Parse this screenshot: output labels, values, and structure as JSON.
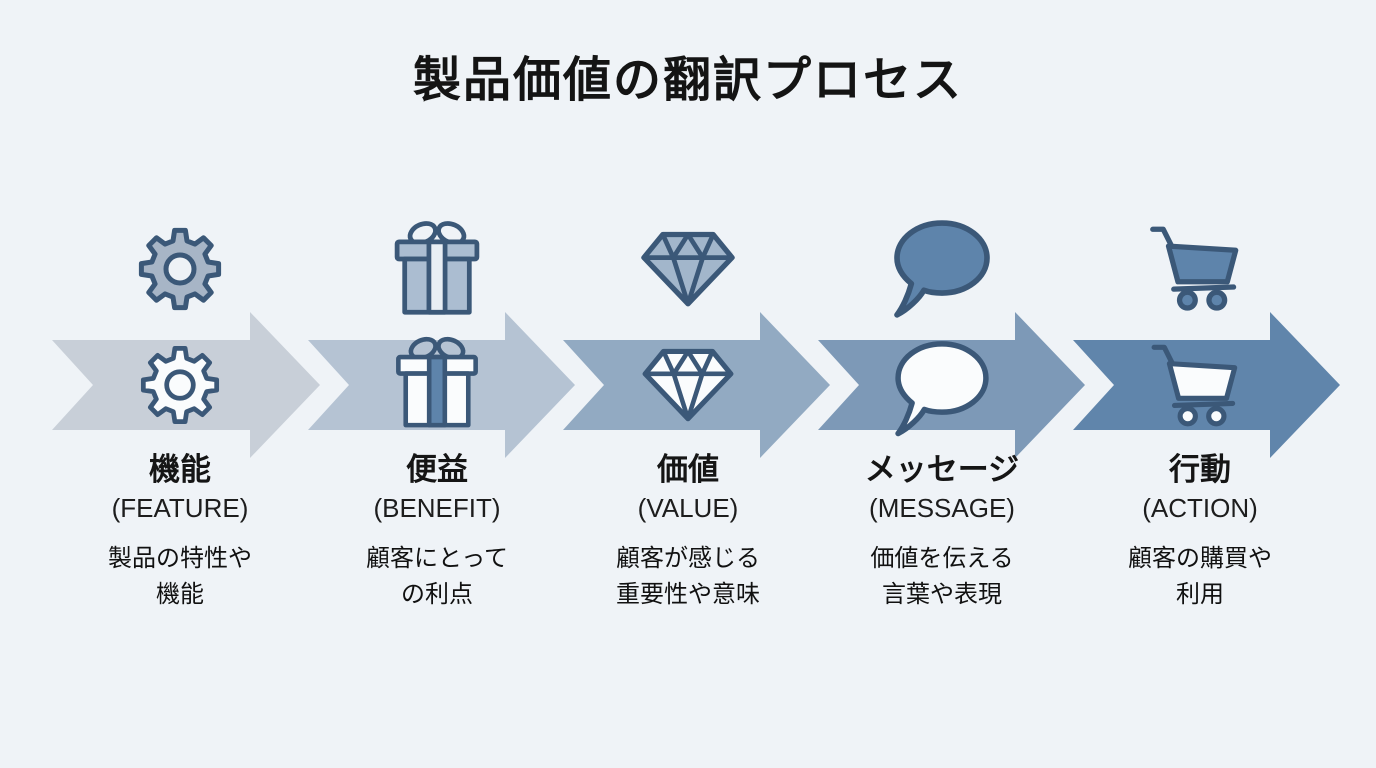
{
  "title": "製品価値の翻訳プロセス",
  "colors": {
    "background": "#eff3f7",
    "outline": "#3b5878",
    "title_text": "#141414",
    "body_text": "#111111",
    "arrows": [
      "#c8cfd8",
      "#b5c3d3",
      "#92aac2",
      "#7d99b7",
      "#6085ab"
    ],
    "stage_icon_fills": [
      "#a7b5c6",
      "#abbdd1",
      "#a2b6cb",
      "#5e84ab",
      "#5e84ab"
    ],
    "light_icon_fill": "#fafcfd",
    "gear_hole_fill": "#eef2f6",
    "ribbon_light": "#e8eef4",
    "ribbon_blue": "#5e84ab"
  },
  "stages": [
    {
      "name": "機能",
      "subtitle": "(FEATURE)",
      "description": "製品の特性や\n機能",
      "icon": "gear-icon"
    },
    {
      "name": "便益",
      "subtitle": "(BENEFIT)",
      "description": "顧客にとって\nの利点",
      "icon": "gift-icon"
    },
    {
      "name": "価値",
      "subtitle": "(VALUE)",
      "description": "顧客が感じる\n重要性や意味",
      "icon": "diamond-icon"
    },
    {
      "name": "メッセージ",
      "subtitle": "(MESSAGE)",
      "description": "価値を伝える\n言葉や表現",
      "icon": "speech-bubble-icon"
    },
    {
      "name": "行動",
      "subtitle": "(ACTION)",
      "description": "顧客の購買や\n利用",
      "icon": "shopping-cart-icon"
    }
  ]
}
